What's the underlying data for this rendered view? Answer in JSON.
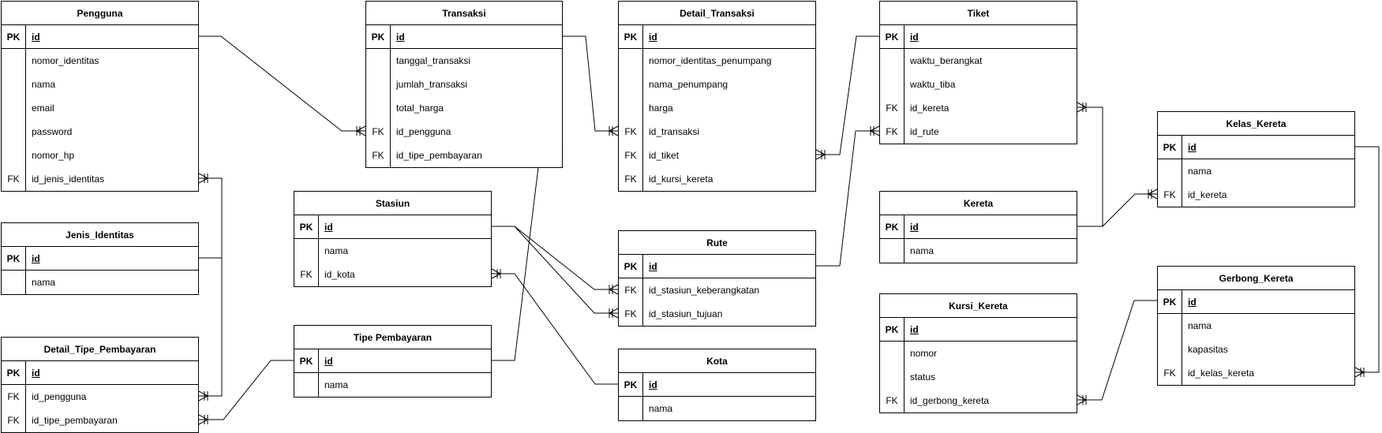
{
  "entities": {
    "pengguna": {
      "title": "Pengguna",
      "fields": [
        {
          "key": "PK",
          "name": "id"
        },
        {
          "key": "",
          "name": "nomor_identitas"
        },
        {
          "key": "",
          "name": "nama"
        },
        {
          "key": "",
          "name": "email"
        },
        {
          "key": "",
          "name": "password"
        },
        {
          "key": "",
          "name": "nomor_hp"
        },
        {
          "key": "FK",
          "name": "id_jenis_identitas"
        }
      ]
    },
    "jenis_identitas": {
      "title": "Jenis_Identitas",
      "fields": [
        {
          "key": "PK",
          "name": "id"
        },
        {
          "key": "",
          "name": "nama"
        }
      ]
    },
    "detail_tipe_pembayaran": {
      "title": "Detail_Tipe_Pembayaran",
      "fields": [
        {
          "key": "PK",
          "name": "id"
        },
        {
          "key": "FK",
          "name": "id_pengguna"
        },
        {
          "key": "FK",
          "name": "id_tipe_pembayaran"
        }
      ]
    },
    "transaksi": {
      "title": "Transaksi",
      "fields": [
        {
          "key": "PK",
          "name": "id"
        },
        {
          "key": "",
          "name": "tanggal_transaksi"
        },
        {
          "key": "",
          "name": "jumlah_transaksi"
        },
        {
          "key": "",
          "name": "total_harga"
        },
        {
          "key": "FK",
          "name": "id_pengguna"
        },
        {
          "key": "FK",
          "name": "id_tipe_pembayaran"
        }
      ]
    },
    "stasiun": {
      "title": "Stasiun",
      "fields": [
        {
          "key": "PK",
          "name": "id"
        },
        {
          "key": "",
          "name": "nama"
        },
        {
          "key": "FK",
          "name": "id_kota"
        }
      ]
    },
    "tipe_pembayaran": {
      "title": "Tipe Pembayaran",
      "fields": [
        {
          "key": "PK",
          "name": "id"
        },
        {
          "key": "",
          "name": "nama"
        }
      ]
    },
    "detail_transaksi": {
      "title": "Detail_Transaksi",
      "fields": [
        {
          "key": "PK",
          "name": "id"
        },
        {
          "key": "",
          "name": "nomor_identitas_penumpang"
        },
        {
          "key": "",
          "name": "nama_penumpang"
        },
        {
          "key": "",
          "name": "harga"
        },
        {
          "key": "FK",
          "name": "id_transaksi"
        },
        {
          "key": "FK",
          "name": "id_tiket"
        },
        {
          "key": "FK",
          "name": "id_kursi_kereta"
        }
      ]
    },
    "rute": {
      "title": "Rute",
      "fields": [
        {
          "key": "PK",
          "name": "id"
        },
        {
          "key": "FK",
          "name": "id_stasiun_keberangkatan"
        },
        {
          "key": "FK",
          "name": "id_stasiun_tujuan"
        }
      ]
    },
    "kota": {
      "title": "Kota",
      "fields": [
        {
          "key": "PK",
          "name": "id"
        },
        {
          "key": "",
          "name": "nama"
        }
      ]
    },
    "tiket": {
      "title": "Tiket",
      "fields": [
        {
          "key": "PK",
          "name": "id"
        },
        {
          "key": "",
          "name": "waktu_berangkat"
        },
        {
          "key": "",
          "name": "waktu_tiba"
        },
        {
          "key": "FK",
          "name": "id_kereta"
        },
        {
          "key": "FK",
          "name": "id_rute"
        }
      ]
    },
    "kereta": {
      "title": "Kereta",
      "fields": [
        {
          "key": "PK",
          "name": "id"
        },
        {
          "key": "",
          "name": "nama"
        }
      ]
    },
    "kursi_kereta": {
      "title": "Kursi_Kereta",
      "fields": [
        {
          "key": "PK",
          "name": "id"
        },
        {
          "key": "",
          "name": "nomor"
        },
        {
          "key": "",
          "name": "status"
        },
        {
          "key": "FK",
          "name": "id_gerbong_kereta"
        }
      ]
    },
    "kelas_kereta": {
      "title": "Kelas_Kereta",
      "fields": [
        {
          "key": "PK",
          "name": "id"
        },
        {
          "key": "",
          "name": "nama"
        },
        {
          "key": "FK",
          "name": "id_kereta"
        }
      ]
    },
    "gerbong_kereta": {
      "title": "Gerbong_Kereta",
      "fields": [
        {
          "key": "PK",
          "name": "id"
        },
        {
          "key": "",
          "name": "nama"
        },
        {
          "key": "",
          "name": "kapasitas"
        },
        {
          "key": "FK",
          "name": "id_kelas_kereta"
        }
      ]
    }
  },
  "relationships": [
    {
      "from": "pengguna.id",
      "to": "transaksi.id_pengguna",
      "cardinality": "one-to-many"
    },
    {
      "from": "jenis_identitas.id",
      "to": "pengguna.id_jenis_identitas",
      "cardinality": "one-to-many"
    },
    {
      "from": "pengguna.id",
      "to": "detail_tipe_pembayaran.id_pengguna",
      "cardinality": "one-to-many"
    },
    {
      "from": "tipe_pembayaran.id",
      "to": "detail_tipe_pembayaran.id_tipe_pembayaran",
      "cardinality": "one-to-many"
    },
    {
      "from": "tipe_pembayaran.id",
      "to": "transaksi.id_tipe_pembayaran",
      "cardinality": "one-to-many"
    },
    {
      "from": "transaksi.id",
      "to": "detail_transaksi.id_transaksi",
      "cardinality": "one-to-many"
    },
    {
      "from": "tiket.id",
      "to": "detail_transaksi.id_tiket",
      "cardinality": "one-to-many"
    },
    {
      "from": "stasiun.id",
      "to": "rute.id_stasiun_keberangkatan",
      "cardinality": "one-to-many"
    },
    {
      "from": "stasiun.id",
      "to": "rute.id_stasiun_tujuan",
      "cardinality": "one-to-many"
    },
    {
      "from": "kota.id",
      "to": "stasiun.id_kota",
      "cardinality": "one-to-many"
    },
    {
      "from": "rute.id",
      "to": "tiket.id_rute",
      "cardinality": "one-to-many"
    },
    {
      "from": "kereta.id",
      "to": "tiket.id_kereta",
      "cardinality": "one-to-many"
    },
    {
      "from": "kereta.id",
      "to": "kelas_kereta.id_kereta",
      "cardinality": "one-to-many"
    },
    {
      "from": "kelas_kereta.id",
      "to": "gerbong_kereta.id_kelas_kereta",
      "cardinality": "one-to-many"
    },
    {
      "from": "gerbong_kereta.id",
      "to": "kursi_kereta.id_gerbong_kereta",
      "cardinality": "one-to-many"
    }
  ]
}
